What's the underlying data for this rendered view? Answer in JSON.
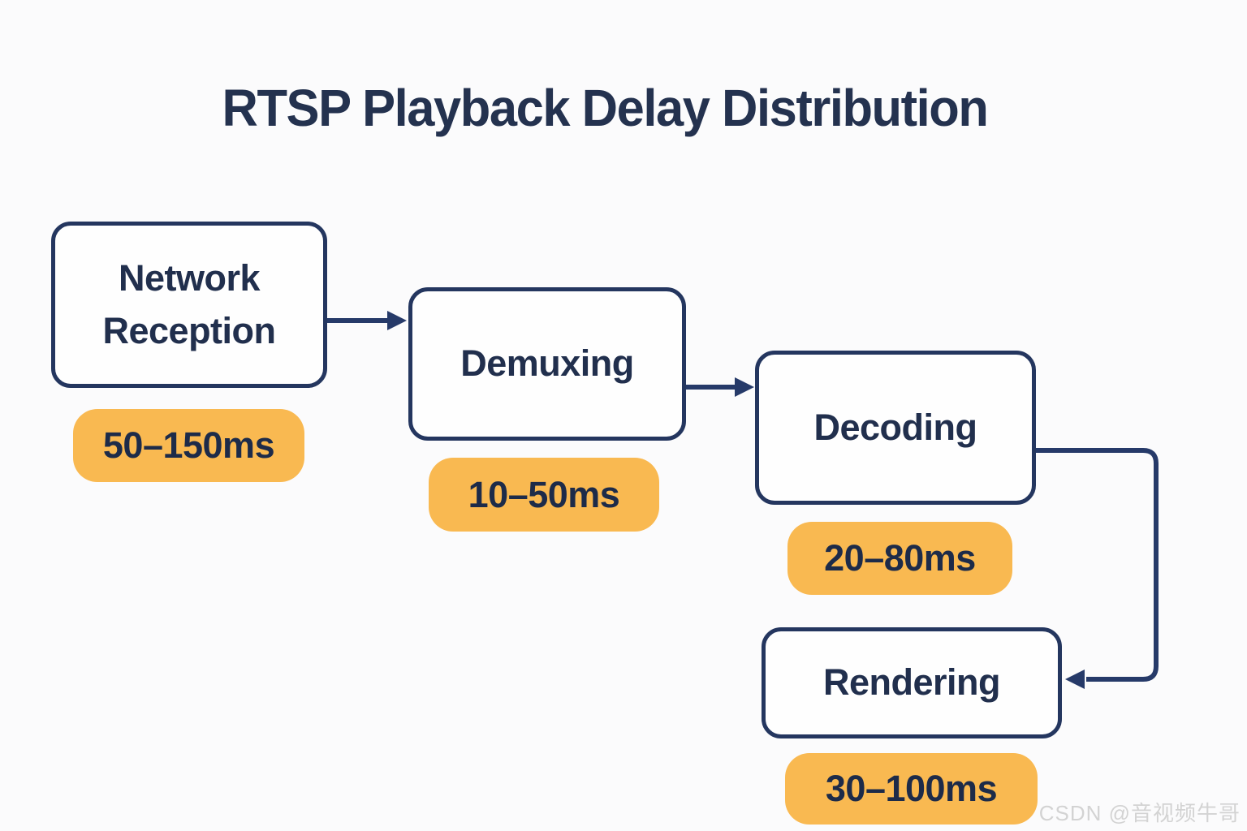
{
  "title": "RTSP Playback Delay Distribution",
  "diagram": {
    "type": "flowchart",
    "nodes": [
      {
        "id": "network-reception",
        "label": "Network Reception",
        "delay": "50–150ms"
      },
      {
        "id": "demuxing",
        "label": "Demuxing",
        "delay": "10–50ms"
      },
      {
        "id": "decoding",
        "label": "Decoding",
        "delay": "20–80ms"
      },
      {
        "id": "rendering",
        "label": "Rendering",
        "delay": "30–100ms"
      }
    ],
    "edges": [
      {
        "from": "network-reception",
        "to": "demuxing"
      },
      {
        "from": "demuxing",
        "to": "decoding"
      },
      {
        "from": "decoding",
        "to": "rendering"
      }
    ]
  },
  "watermark": "CSDN @音视频牛哥",
  "colors": {
    "background": "#fbfbfc",
    "box_border": "#24365f",
    "box_fill": "#fefefe",
    "connector": "#263a69",
    "node_text": "#212f4d",
    "title_text": "#24324f",
    "badge_background": "#f9b951",
    "badge_text": "#1d2b49",
    "watermark_text": "#d3d3d3"
  }
}
